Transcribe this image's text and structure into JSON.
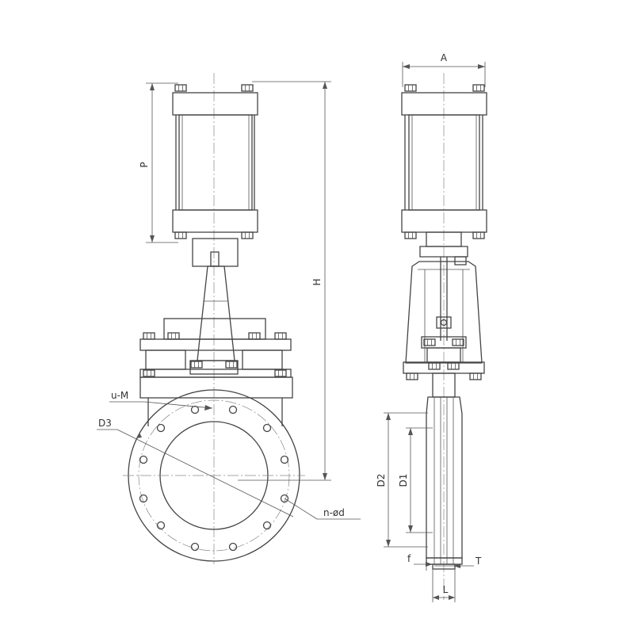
{
  "labels": {
    "A": "A",
    "P": "P",
    "H": "H",
    "uM": "u-M",
    "D3": "D3",
    "nd": "n-ød",
    "D2": "D2",
    "D1": "D1",
    "f": "f",
    "T": "T",
    "L": "L"
  }
}
